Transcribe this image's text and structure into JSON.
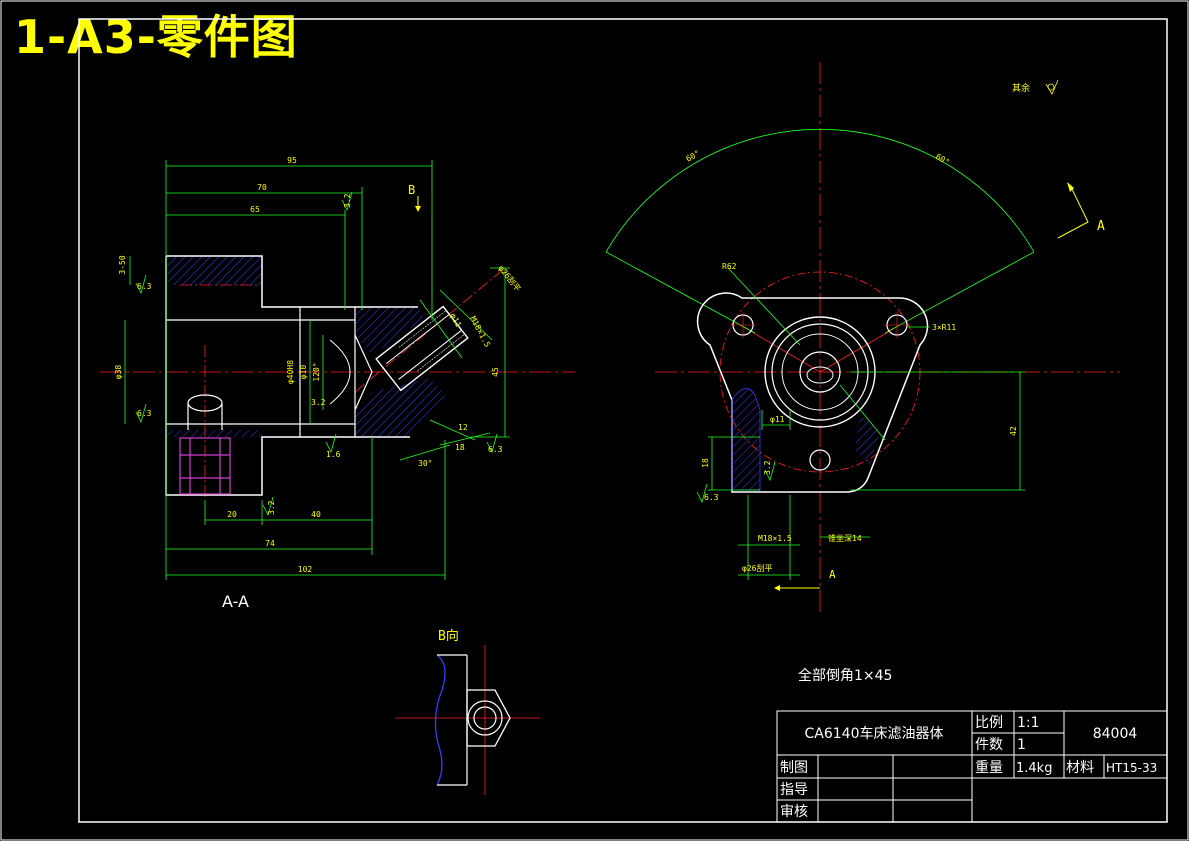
{
  "page_heading": "1-A3-零件图",
  "views": {
    "section_label": "A-A",
    "view_b_label": "B向",
    "arrow_b": "B",
    "arrow_a": "A",
    "arrow_a_bottom": "A"
  },
  "dimensions": {
    "d95": "95",
    "d70": "70",
    "d65": "65",
    "d74": "74",
    "d102": "102",
    "d20": "20",
    "d40": "40",
    "d45": "45",
    "d12": "12",
    "d18": "18",
    "d18b": "18",
    "d42": "42",
    "ra_top": "3.2",
    "ra_left1": "6.3",
    "ra_left2": "6.3",
    "ra_bot": "1.6",
    "ra_right": "6.3",
    "ra_bot2": "3.2",
    "ra_mid": "3.2",
    "d3_50": "3-50",
    "phi38": "φ38",
    "phi40": "φ40H8",
    "phi10": "φ10",
    "angle120": "120°",
    "m18": "M18×1.5",
    "phi11": "φ11",
    "phi26": "φ26刮平",
    "angle30": "30°",
    "angle60a": "60°",
    "angle60b": "60°",
    "r62": "R62",
    "holes": "3×R11",
    "phi11b": "φ11",
    "m18b": "M18×1.5",
    "depth14": "锥坐深14",
    "phi26b": "φ26刮平",
    "rest": "其余"
  },
  "notes": {
    "chamfer": "全部倒角1×45"
  },
  "title_block": {
    "part_name": "CA6140车床滤油器体",
    "scale_label": "比例",
    "scale_value": "1:1",
    "qty_label": "件数",
    "qty_value": "1",
    "drawing_no": "84004",
    "drawn": "制图",
    "guided": "指导",
    "checked": "审核",
    "weight_label": "重量",
    "weight_value": "1.4kg",
    "material_label": "材料",
    "material_value": "HT15-33"
  }
}
